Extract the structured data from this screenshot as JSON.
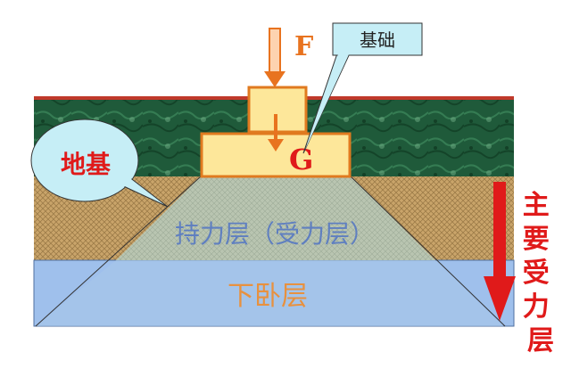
{
  "labels": {
    "force": "F",
    "gravity": "G",
    "foundation": "基础",
    "subgrade": "地基",
    "bearing_layer": "持力层（受力层）",
    "underlying_layer": "下卧层",
    "main_stress_layer": "主要受力层"
  },
  "colors": {
    "ground_line": "#c0392b",
    "rock_layer": "#1f5a3a",
    "soil_layer": "#c9a46a",
    "underlying_layer": "#9fc0ec",
    "stress_zone": "#b8c7b5",
    "foundation_fill": "#fde79a",
    "foundation_stroke": "#e07a1f",
    "force_arrow": "#e8731f",
    "main_arrow": "#e01a1a",
    "gravity_text": "#e01a1a",
    "layer_text": "#5f7fc0",
    "underlying_text": "#e8913f",
    "callout_fill": "#c6eef6",
    "subgrade_text": "#e01a1a"
  },
  "icons": [
    "down-arrow-icon",
    "speech-bubble-icon"
  ]
}
